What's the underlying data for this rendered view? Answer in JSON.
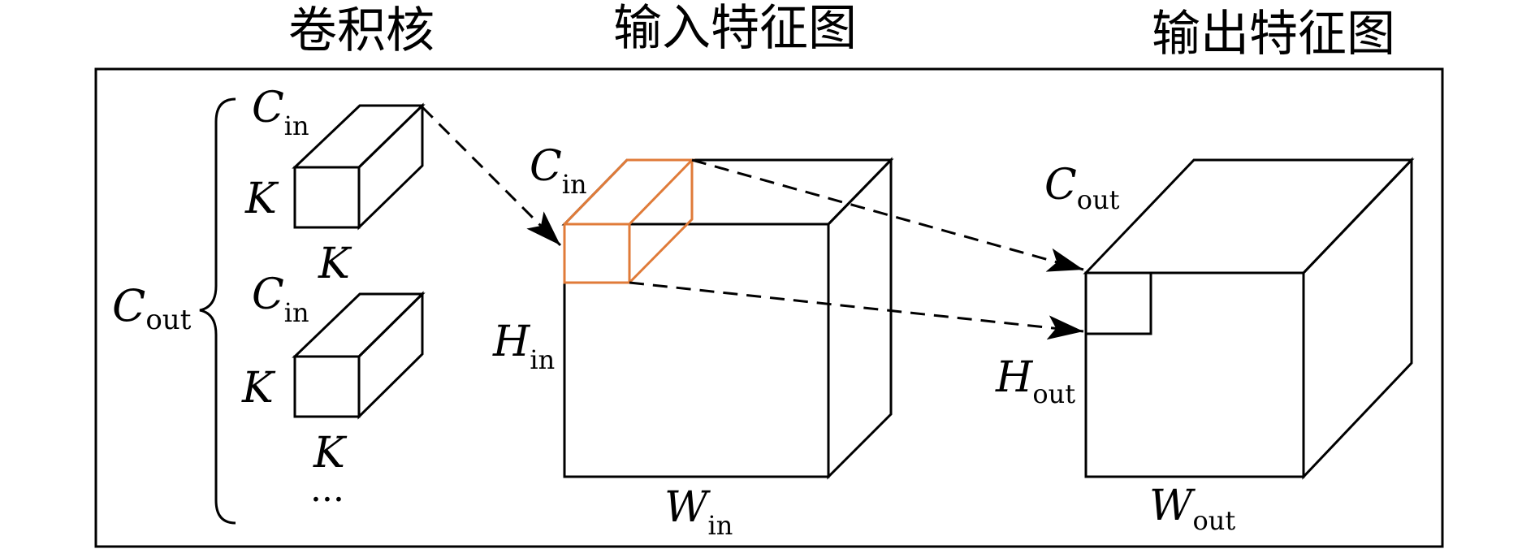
{
  "titles": {
    "kernel": "卷积核",
    "input": "输入特征图",
    "output": "输出特征图"
  },
  "labels": {
    "c_out_brace": {
      "main": "C",
      "sub": "out"
    },
    "k1_c_in": {
      "main": "C",
      "sub": "in"
    },
    "k1_k_side": "K",
    "k1_k_bottom": "K",
    "k2_c_in": {
      "main": "C",
      "sub": "in"
    },
    "k2_k_side": "K",
    "k2_k_bottom": "K",
    "ellipsis": "···",
    "input_c_in": {
      "main": "C",
      "sub": "in"
    },
    "input_h_in": {
      "main": "H",
      "sub": "in"
    },
    "input_w_in": {
      "main": "W",
      "sub": "in"
    },
    "output_c_out": {
      "main": "C",
      "sub": "out"
    },
    "output_h_out": {
      "main": "H",
      "sub": "out"
    },
    "output_w_out": {
      "main": "W",
      "sub": "out"
    }
  },
  "colors": {
    "kernel1_front": "#FBE9DC",
    "kernel1_top": "#FCEFE5",
    "kernel1_side": "#F4C5A0",
    "kernel2_front": "#DEEAF6",
    "kernel2_top": "#EAF2FB",
    "kernel2_side": "#B6D3EE",
    "input_front": "#F2F2F2",
    "input_top": "#F6F6F6",
    "input_side": "#DEDEDE",
    "input_window_stroke": "#E07B39",
    "output_front": "#FDF0CC",
    "output_top": "#FDF5DC",
    "output_side": "#FCE597",
    "output_cell": "#F4C8A8"
  }
}
